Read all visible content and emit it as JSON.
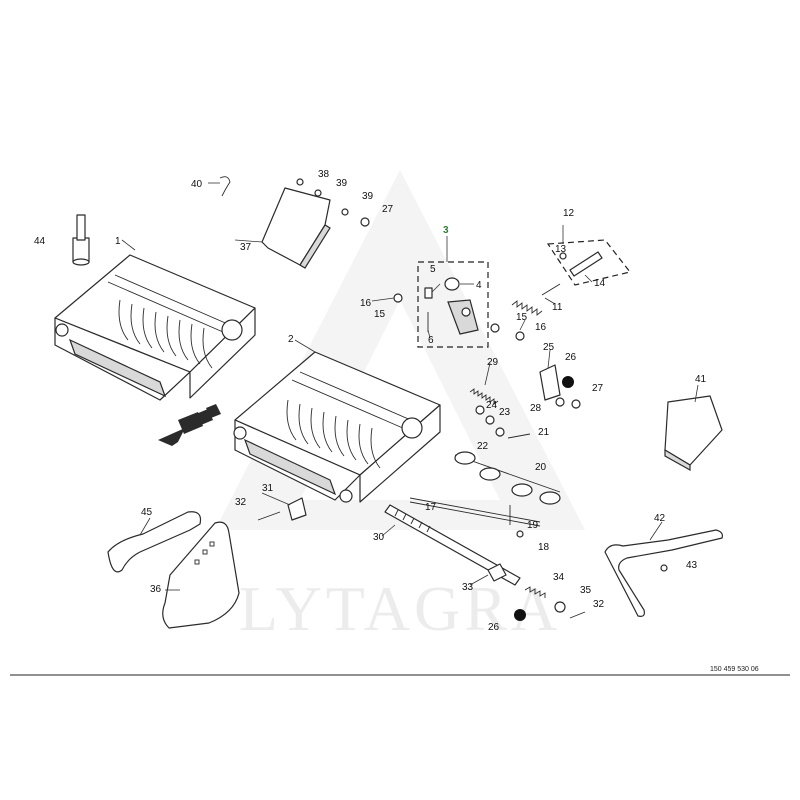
{
  "watermark": "LYTAGRA",
  "reference_number": "150 459 530 06",
  "highlight_color": "#6aa84f",
  "callouts": {
    "c1": "1",
    "c2": "2",
    "c3": "3",
    "c4": "4",
    "c5": "5",
    "c6": "6",
    "c11": "11",
    "c12": "12",
    "c13": "13",
    "c14": "14",
    "c15a": "15",
    "c15b": "15",
    "c16a": "16",
    "c16b": "16",
    "c17": "17",
    "c18": "18",
    "c19": "19",
    "c20": "20",
    "c21": "21",
    "c22": "22",
    "c23": "23",
    "c24": "24",
    "c25": "25",
    "c26a": "26",
    "c26b": "26",
    "c27a": "27",
    "c27b": "27",
    "c28": "28",
    "c29": "29",
    "c30": "30",
    "c31": "31",
    "c32a": "32",
    "c32b": "32",
    "c33": "33",
    "c34": "34",
    "c35": "35",
    "c36": "36",
    "c37": "37",
    "c38": "38",
    "c39a": "39",
    "c39b": "39",
    "c40": "40",
    "c41": "41",
    "c42": "42",
    "c43": "43",
    "c44": "44",
    "c45": "45"
  }
}
